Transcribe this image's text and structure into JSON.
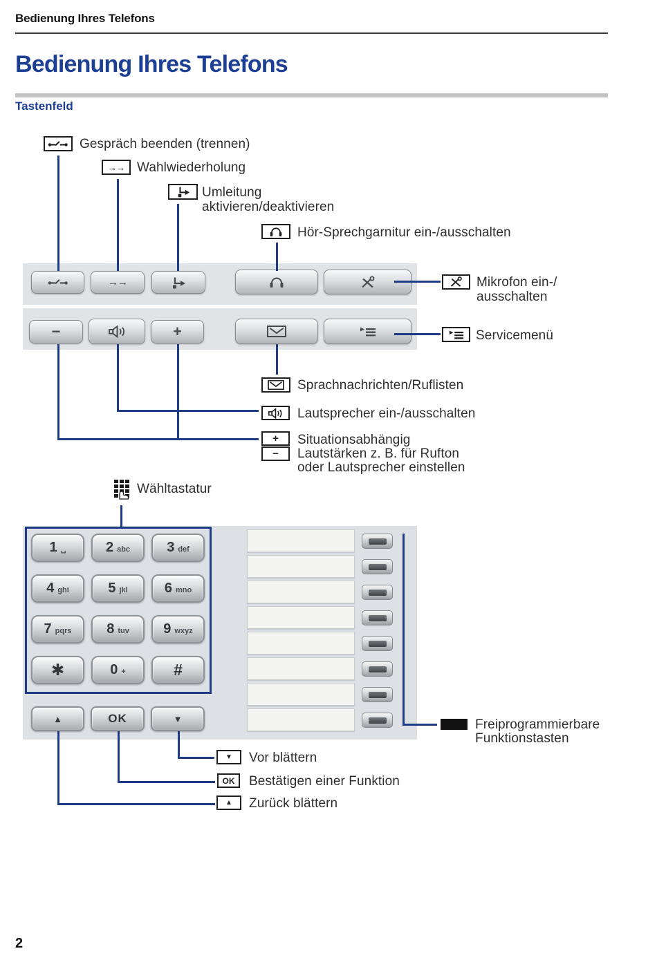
{
  "page": {
    "running_title": "Bedienung Ihres Telefons",
    "title": "Bedienung Ihres Telefons",
    "section_title": "Tastenfeld",
    "page_number": "2"
  },
  "colors": {
    "heading_blue": "#1c3f94",
    "connector_navy": "#1d3c85",
    "photo_background": "#e1e4e7"
  },
  "callouts": {
    "disconnect": {
      "icon": "disconnect-icon",
      "label": "Gespräch beenden (trennen)"
    },
    "redial": {
      "icon": "redial-icon",
      "icon_text": "→→",
      "label": "Wahlwiederholung"
    },
    "forward": {
      "icon": "call-forward-icon",
      "line1": "Umleitung",
      "line2": "aktivieren/deaktivieren"
    },
    "headset": {
      "icon": "headset-icon",
      "label": "Hör-Sprechgarnitur ein-/ausschalten"
    },
    "microphone": {
      "icon": "microphone-mute-icon",
      "line1": "Mikrofon ein-/",
      "line2": "ausschalten"
    },
    "service": {
      "icon": "service-menu-icon",
      "label": "Servicemenü"
    },
    "messages": {
      "icon": "mailbox-icon",
      "label": "Sprachnachrichten/Ruflisten"
    },
    "speaker": {
      "icon": "loudspeaker-icon",
      "label": "Lautsprecher ein-/ausschalten"
    },
    "volume": {
      "icon": "volume-plus-minus-icon",
      "plus": "+",
      "minus": "−",
      "line1": "Situationsabhängig",
      "line2": "Lautstärken z. B. für Rufton",
      "line3": "oder Lautsprecher einstellen"
    },
    "dialpad": {
      "icon": "dial-keypad-icon",
      "label": "Wähltastatur"
    },
    "function_keys": {
      "icon": "function-key-icon",
      "line1": "Freiprogrammierbare",
      "line2": "Funktionstasten"
    },
    "scroll_down": {
      "icon": "down-arrow-icon",
      "icon_text": "▼",
      "label": "Vor blättern"
    },
    "confirm": {
      "icon": "ok-icon",
      "icon_text": "OK",
      "label": "Bestätigen einer Funktion"
    },
    "scroll_up": {
      "icon": "up-arrow-icon",
      "icon_text": "▲",
      "label": "Zurück blättern"
    }
  },
  "phone": {
    "volume_down_label": "−",
    "volume_up_label": "+",
    "redial_label": "→→",
    "nav_keys": [
      {
        "label": "▲"
      },
      {
        "label": "OK"
      },
      {
        "label": "▼"
      }
    ],
    "dial_keys": [
      {
        "digit": "1",
        "letters": "␣"
      },
      {
        "digit": "2",
        "letters": "abc"
      },
      {
        "digit": "3",
        "letters": "def"
      },
      {
        "digit": "4",
        "letters": "ghi"
      },
      {
        "digit": "5",
        "letters": "jkl"
      },
      {
        "digit": "6",
        "letters": "mno"
      },
      {
        "digit": "7",
        "letters": "pqrs"
      },
      {
        "digit": "8",
        "letters": "tuv"
      },
      {
        "digit": "9",
        "letters": "wxyz"
      },
      {
        "digit": "✱",
        "letters": ""
      },
      {
        "digit": "0",
        "letters": "+"
      },
      {
        "digit": "#",
        "letters": ""
      }
    ],
    "function_key_count": 8
  }
}
